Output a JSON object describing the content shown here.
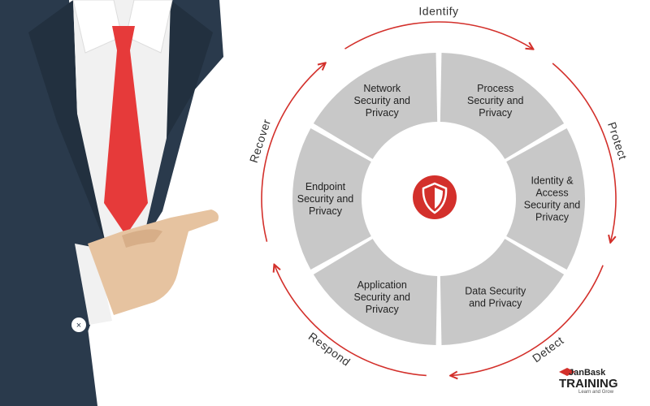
{
  "diagram": {
    "stages": [
      "Identify",
      "Protect",
      "Detect",
      "Respond",
      "Recover"
    ],
    "segments": [
      {
        "lines": [
          "Process",
          "Security and",
          "Privacy"
        ]
      },
      {
        "lines": [
          "Identity &",
          "Access",
          "Security and",
          "Privacy"
        ]
      },
      {
        "lines": [
          "Data Security",
          "and Privacy"
        ]
      },
      {
        "lines": [
          "Application",
          "Security and",
          "Privacy"
        ]
      },
      {
        "lines": [
          "Endpoint",
          "Security and",
          "Privacy"
        ]
      },
      {
        "lines": [
          "Network",
          "Security and",
          "Privacy"
        ]
      }
    ],
    "center_icon": "shield-icon"
  },
  "logo": {
    "top": "JanBask",
    "main": "TRAINING",
    "tagline": "Learn and Grow"
  },
  "colors": {
    "accent_red": "#d3302b",
    "segment_gray": "#c8c8c8",
    "suit": "#2a3a4c",
    "tie": "#e63a3a",
    "skin": "#e6c3a0"
  }
}
